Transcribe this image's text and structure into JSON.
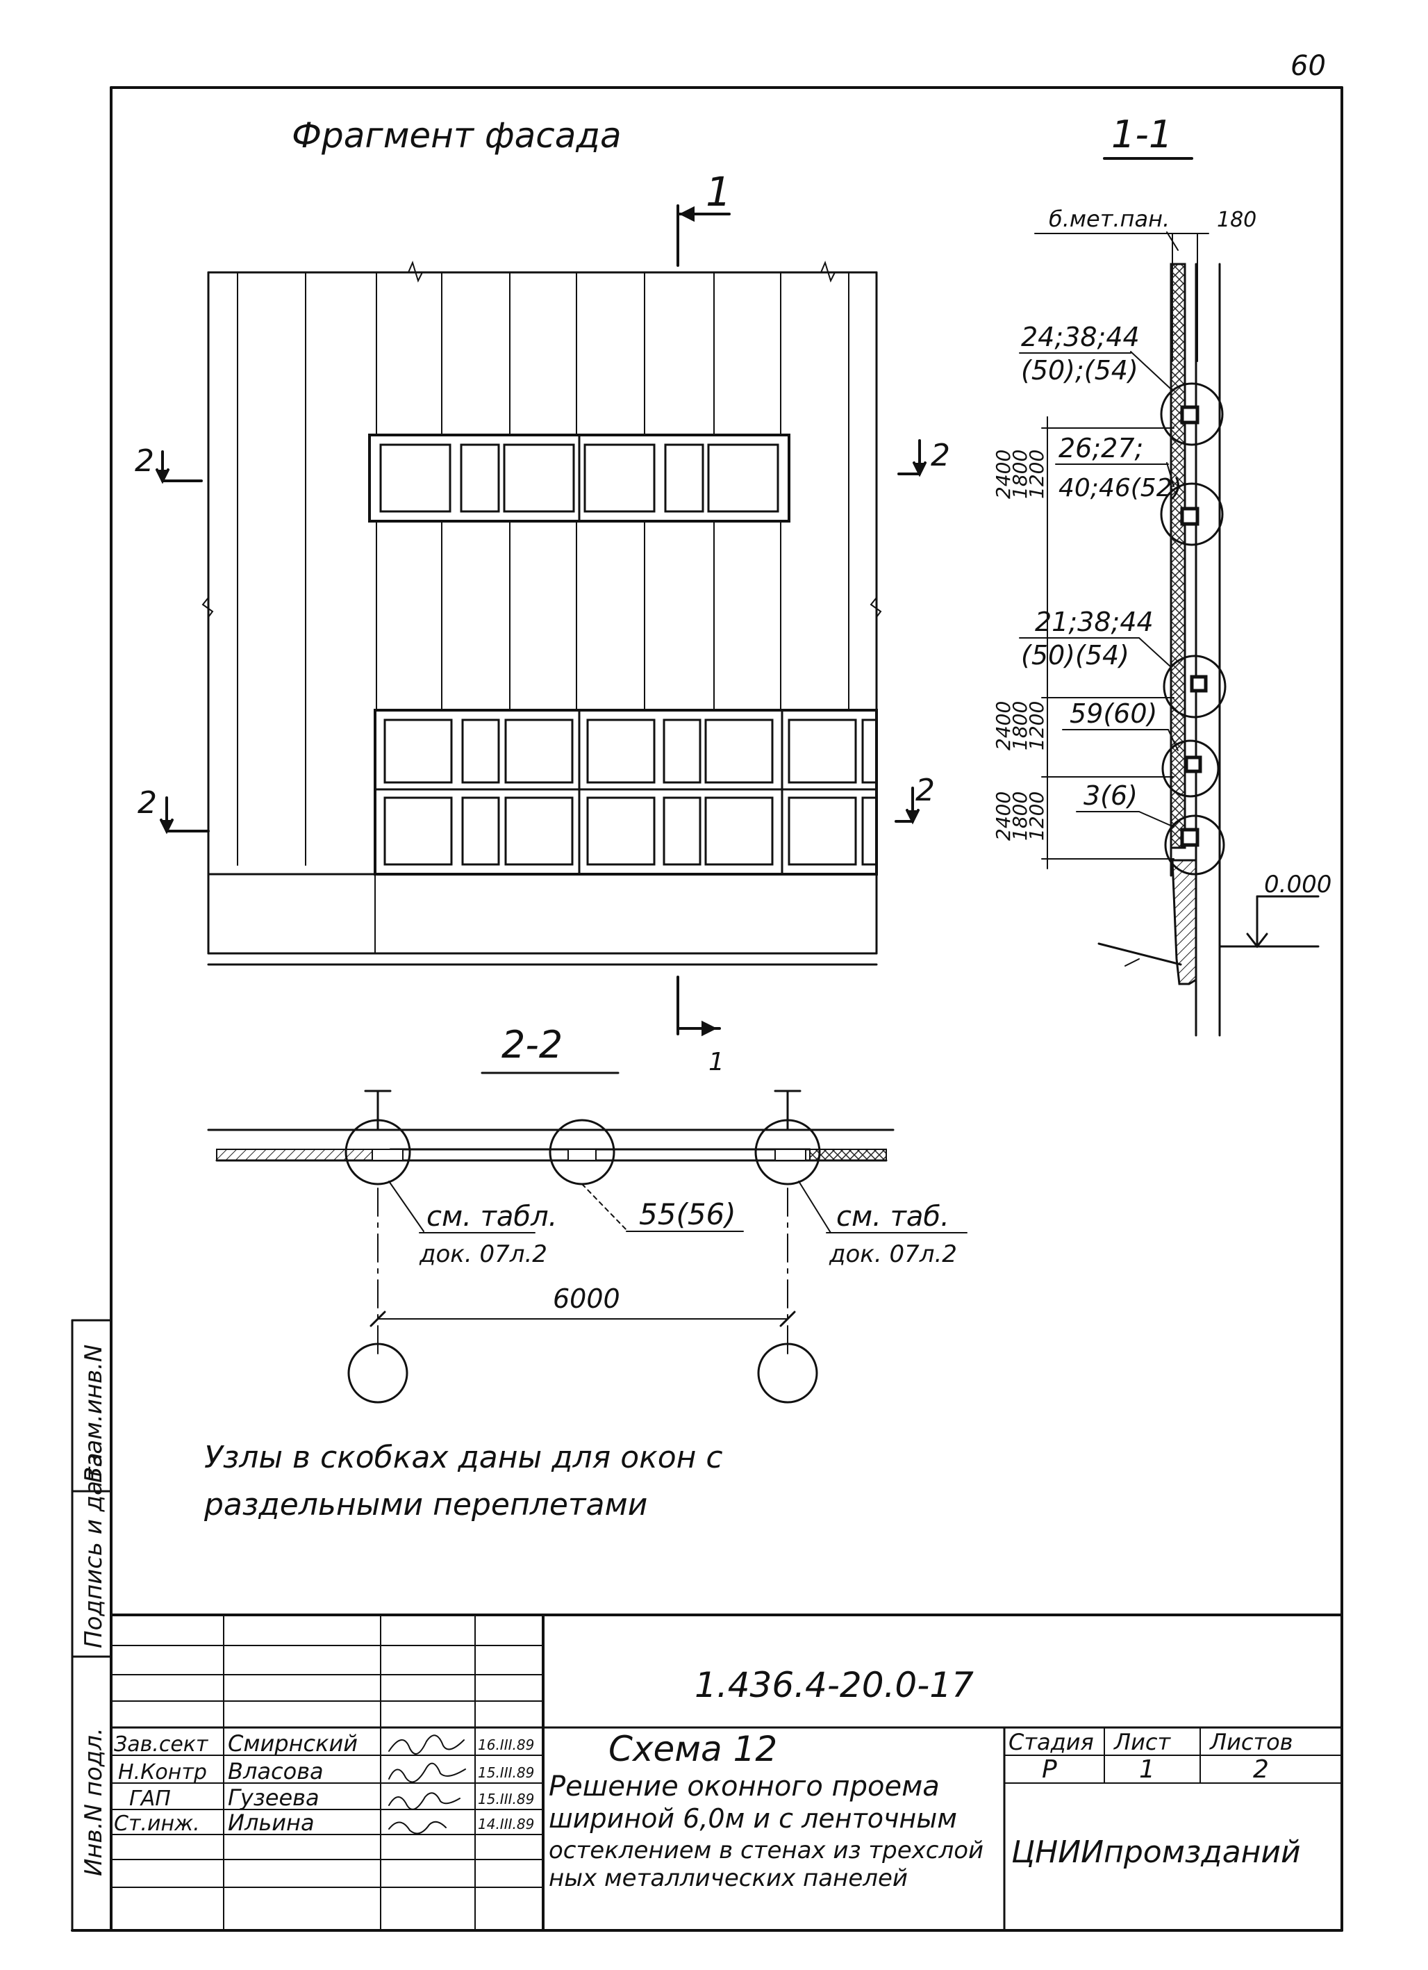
{
  "sheet": {
    "page_number": "60"
  },
  "facade": {
    "title": "Фрагмент фасада",
    "section_mark_top": "1",
    "section_mark_bottom": "1",
    "cut_left_upper": "2",
    "cut_right_upper": "2",
    "cut_left_lower": "2",
    "cut_right_lower": "2"
  },
  "section_1_1": {
    "title": "1-1",
    "panel_label": "б.мет.пан.",
    "thickness": "180",
    "node_a_1": "24;38;44",
    "node_a_2": "(50);(54)",
    "node_b_1": "26;27;",
    "node_b_2": "40;46(52)",
    "node_c_1": "21;38;44",
    "node_c_2": "(50)(54)",
    "node_d": "59(60)",
    "node_e": "3(6)",
    "level": "0.000",
    "dims_upper": [
      "2400",
      "1800",
      "1200"
    ],
    "dims_middle": [
      "2400",
      "1800",
      "1200"
    ],
    "dims_lower": [
      "2400",
      "1800",
      "1200"
    ]
  },
  "section_2_2": {
    "title": "2-2",
    "callout_left_1": "см. табл.",
    "callout_left_2": "док. 07л.2",
    "callout_mid": "55(56)",
    "callout_right_1": "см. таб.",
    "callout_right_2": "док. 07л.2",
    "span": "6000"
  },
  "note": {
    "line1": "Узлы  в  скобках  даны  для  окон   с",
    "line2": "раздельными  переплетами"
  },
  "side_stamp": {
    "inv_orig": "Инв.N подл.",
    "sign_date": "Подпись и дата",
    "vzam": "Взам.инв.N"
  },
  "title_block": {
    "doc_code": "1.436.4-20.0-17",
    "staff": [
      {
        "role": "Зав.сект",
        "name": "Смирнский",
        "date": "16.III.89"
      },
      {
        "role": "Н.Контр",
        "name": "Власова",
        "date": "15.III.89"
      },
      {
        "role": "ГАП",
        "name": "Гузеева",
        "date": "15.III.89"
      },
      {
        "role": "Ст.инж.",
        "name": "Ильина",
        "date": "14.III.89"
      }
    ],
    "scheme_title": "Схема 12",
    "desc_1": "Решение  оконного  проема",
    "desc_2": "шириной  6,0м и с ленточным",
    "desc_3": "остеклением  в стенах из трехслой",
    "desc_4": "ных  металлических  панелей",
    "stage_h": "Стадия",
    "sheet_h": "Лист",
    "sheets_h": "Листов",
    "stage": "Р",
    "sheet": "1",
    "sheets": "2",
    "org": "ЦНИИпромзданий"
  }
}
